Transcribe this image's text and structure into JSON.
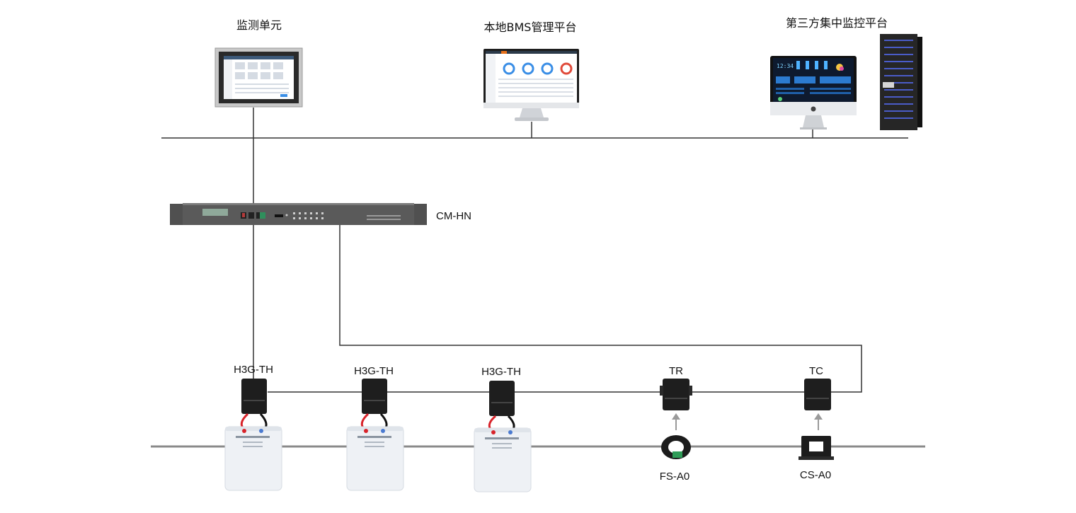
{
  "top_labels": {
    "monitor_unit": "监测单元",
    "local_bms": "本地BMS管理平台",
    "third_party": "第三方集中监控平台"
  },
  "devices": {
    "cm_hn": "CM-HN",
    "h3g_1": "H3G-TH",
    "h3g_2": "H3G-TH",
    "h3g_3": "H3G-TH",
    "tr": "TR",
    "tc": "TC",
    "fs_a0": "FS-A0",
    "cs_a0": "CS-A0"
  },
  "monitor_screen": {
    "clock": "12:34"
  },
  "colors": {
    "line": "#333333",
    "bus": "#8a8a8a",
    "device_dark": "#1e1e1e",
    "battery_body": "#eef1f5",
    "cable_red": "#d8232a",
    "cable_black": "#111111",
    "gauge_blue": "#3a8ee6",
    "gauge_red": "#e04a3a",
    "server_accent": "#4a5cc8"
  }
}
